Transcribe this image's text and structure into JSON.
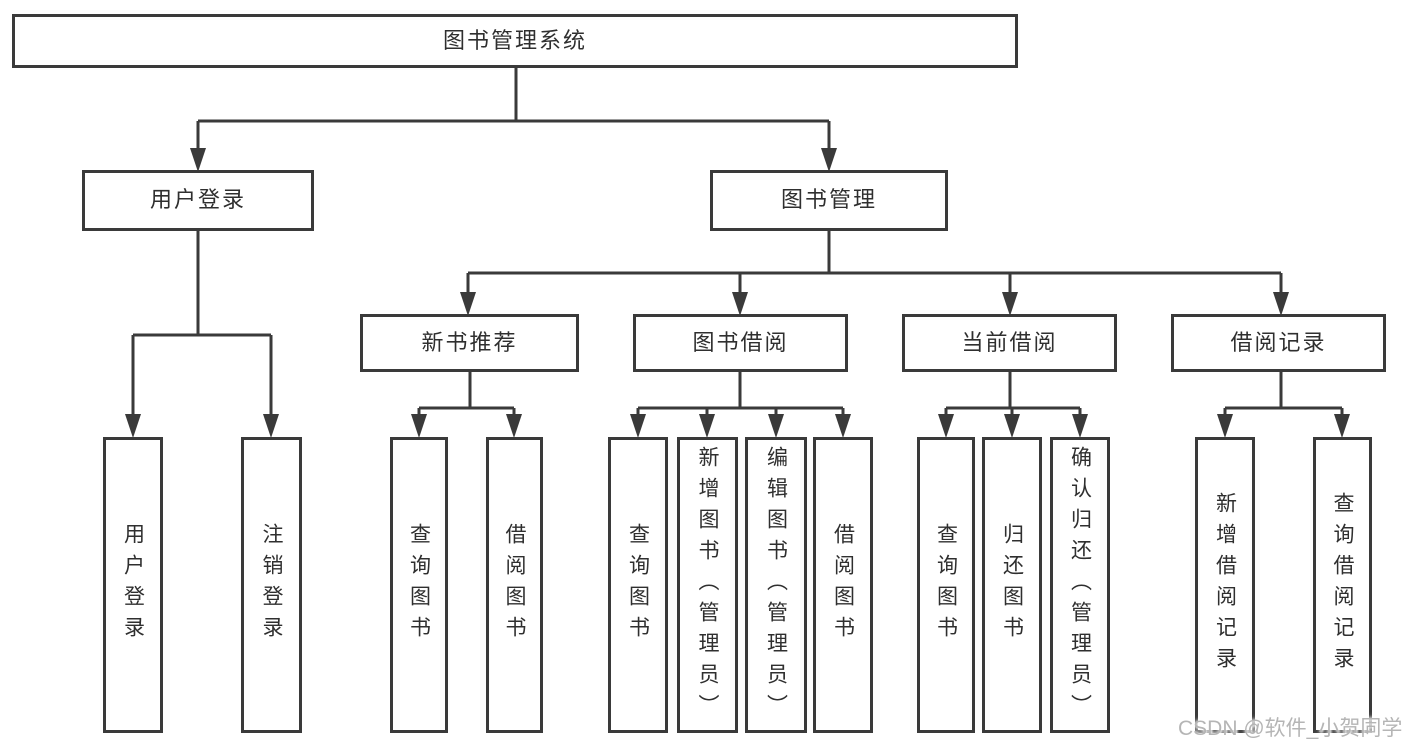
{
  "colors": {
    "line": "#3a3a3a",
    "text": "#2f2f2f",
    "bg": "#ffffff",
    "watermark": "#b5b5b5"
  },
  "tree": {
    "root": {
      "label": "图书管理系统",
      "children": [
        {
          "label": "用户登录",
          "children": [
            {
              "label": "用户登录"
            },
            {
              "label": "注销登录"
            }
          ]
        },
        {
          "label": "图书管理",
          "children": [
            {
              "label": "新书推荐",
              "children": [
                {
                  "label": "查询图书"
                },
                {
                  "label": "借阅图书"
                }
              ]
            },
            {
              "label": "图书借阅",
              "children": [
                {
                  "label": "查询图书"
                },
                {
                  "label": "新增图书（管理员）"
                },
                {
                  "label": "编辑图书（管理员）"
                },
                {
                  "label": "借阅图书"
                }
              ]
            },
            {
              "label": "当前借阅",
              "children": [
                {
                  "label": "查询图书"
                },
                {
                  "label": "归还图书"
                },
                {
                  "label": "确认归还（管理员）"
                }
              ]
            },
            {
              "label": "借阅记录",
              "children": [
                {
                  "label": "新增借阅记录"
                },
                {
                  "label": "查询借阅记录"
                }
              ]
            }
          ]
        }
      ]
    }
  },
  "watermark": {
    "text": "CSDN @软件_小贺同学"
  }
}
